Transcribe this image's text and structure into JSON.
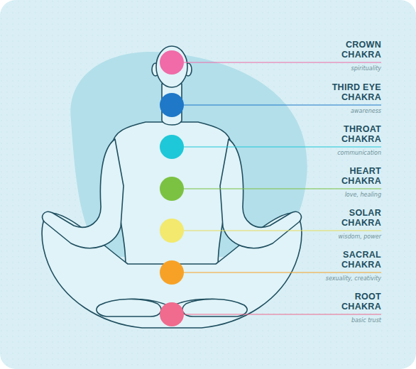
{
  "diagram": {
    "labels": [
      "CROWN CHAKRA",
      "spirituality",
      "THIRD EYE CHAKRA",
      "awareness",
      "THROAT CHAKRA",
      "communication",
      "HEART CHAKRA",
      "love, healing",
      "SOLAR CHAKRA",
      "wisdom, power",
      "SACRAL CHAKRA",
      "sexuality, creativity",
      "ROOT CHAKRA",
      "basic trust"
    ]
  }
}
